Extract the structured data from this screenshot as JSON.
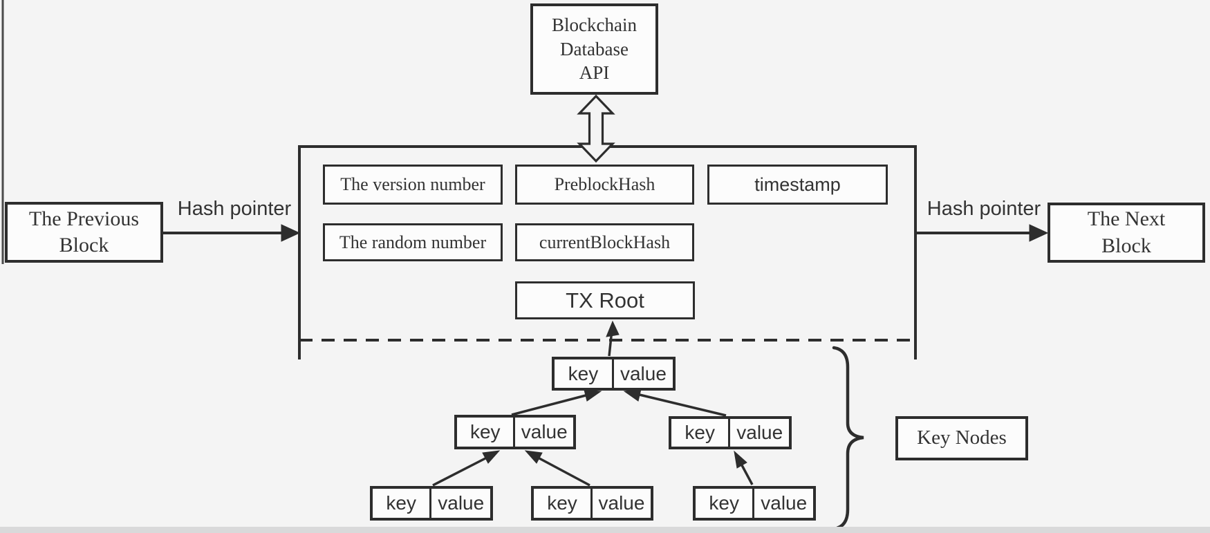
{
  "figure": {
    "api_box_label": "Blockchain\nDatabase\nAPI",
    "previous_block_label": "The Previous\nBlock",
    "next_block_label": "The Next\nBlock",
    "hash_pointer_left_label": "Hash pointer",
    "hash_pointer_right_label": "Hash pointer",
    "key_nodes_label": "Key Nodes",
    "block_fields": {
      "version": "The version number",
      "preblock_hash": "PreblockHash",
      "timestamp": "timestamp",
      "random": "The random number",
      "current_block_hash": "currentBlockHash",
      "tx_root": "TX Root"
    },
    "tree": {
      "root": {
        "key": "key",
        "value": "value"
      },
      "left_child": {
        "key": "key",
        "value": "value"
      },
      "right_child": {
        "key": "key",
        "value": "value"
      },
      "leaf_1": {
        "key": "key",
        "value": "value"
      },
      "leaf_2": {
        "key": "key",
        "value": "value"
      },
      "leaf_3": {
        "key": "key",
        "value": "value"
      }
    },
    "colors": {
      "background": "#f4f4f4",
      "box_fill": "#fcfcfc",
      "line": "#2d2d2d",
      "text": "#333333",
      "footer_band": "#d9d9da"
    }
  }
}
